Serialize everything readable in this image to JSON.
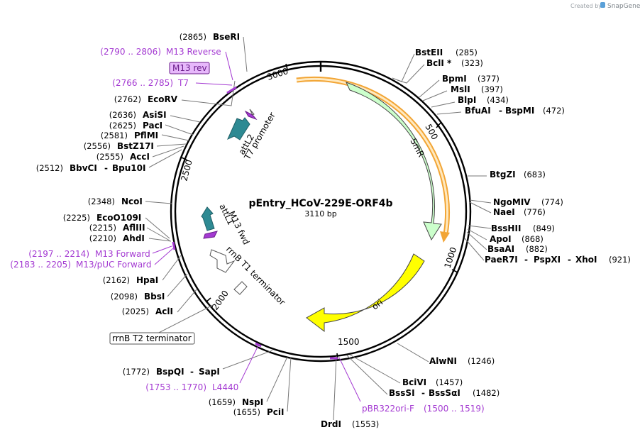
{
  "credit": {
    "prefix": "Created by",
    "brand": "SnapGene"
  },
  "plasmid": {
    "name": "pEntry_HCoV-229E-ORF4b",
    "size_label": "3110 bp",
    "length": 3110
  },
  "ticks": [
    "500",
    "1000",
    "1500",
    "2000",
    "2500",
    "3000"
  ],
  "enzymes_right": [
    {
      "name": "BstEII",
      "pos": "(285)"
    },
    {
      "name": "BclI *",
      "pos": "(323)"
    },
    {
      "name": "BpmI",
      "pos": "(377)"
    },
    {
      "name": "MslI",
      "pos": "(397)"
    },
    {
      "name": "BlpI",
      "pos": "(434)"
    },
    {
      "name": "BfuAI",
      "name2": "BspMI",
      "pos": "(472)"
    },
    {
      "name": "BtgZI",
      "pos": "(683)"
    },
    {
      "name": "NgoMIV",
      "pos": "(774)"
    },
    {
      "name": "NaeI",
      "pos": "(776)"
    },
    {
      "name": "BssHII",
      "pos": "(849)"
    },
    {
      "name": "ApoI",
      "pos": "(868)"
    },
    {
      "name": "BsaAI",
      "pos": "(882)"
    },
    {
      "name": "PaeR7I",
      "name2": "PspXI",
      "name3": "XhoI",
      "pos": "(921)"
    },
    {
      "name": "AlwNI",
      "pos": "(1246)"
    },
    {
      "name": "BciVI",
      "pos": "(1457)"
    },
    {
      "name": "BssSI",
      "name2": "BssSαI",
      "pos": "(1482)"
    },
    {
      "name": "DrdI",
      "pos": "(1553)"
    }
  ],
  "enzymes_left": [
    {
      "name": "BseRI",
      "pos": "(2865)"
    },
    {
      "name": "EcoRV",
      "pos": "(2762)"
    },
    {
      "name": "AsiSI",
      "pos": "(2636)"
    },
    {
      "name": "PacI",
      "pos": "(2625)"
    },
    {
      "name": "PflMI",
      "pos": "(2581)"
    },
    {
      "name": "BstZ17I",
      "pos": "(2556)"
    },
    {
      "name": "AccI",
      "pos": "(2555)"
    },
    {
      "name": "BbvCI",
      "name2": "Bpu10I",
      "pos": "(2512)"
    },
    {
      "name": "NcoI",
      "pos": "(2348)"
    },
    {
      "name": "EcoO109I",
      "pos": "(2225)"
    },
    {
      "name": "AflIII",
      "pos": "(2215)"
    },
    {
      "name": "AhdI",
      "pos": "(2210)"
    },
    {
      "name": "HpaI",
      "pos": "(2162)"
    },
    {
      "name": "BbsI",
      "pos": "(2098)"
    },
    {
      "name": "AclI",
      "pos": "(2025)"
    },
    {
      "name": "BspQI",
      "name2": "SapI",
      "pos": "(1772)"
    },
    {
      "name": "NspI",
      "pos": "(1659)"
    },
    {
      "name": "PciI",
      "pos": "(1655)"
    }
  ],
  "primers": [
    {
      "range": "(2790 .. 2806)",
      "name": "M13 Reverse"
    },
    {
      "range": "(2766 .. 2785)",
      "name": "T7"
    },
    {
      "range": "(2197 .. 2214)",
      "name": "M13 Forward"
    },
    {
      "range": "(2183 .. 2205)",
      "name": "M13/pUC Forward"
    },
    {
      "range": "(1753 .. 1770)",
      "name": "L4440"
    },
    {
      "range": "(1500 .. 1519)",
      "name": "pBR322ori-F"
    }
  ],
  "features": {
    "smr": "SmR",
    "ori": "ori",
    "attl2": "attL2",
    "t7_promoter": "T7 promoter",
    "m13_fwd": "M13 fwd",
    "attl1": "attL1",
    "rrnb_t1": "rrnB T1 terminator",
    "rrnb_t2": "rrnB T2 terminator",
    "m13_rev": "M13 rev"
  },
  "colors": {
    "smr": "#ccffcc",
    "orf": "#f2a535",
    "ori": "#ffff00",
    "att": "#2e8a93",
    "primer": "#a43ad2",
    "primer_box": "#e7b8fb"
  }
}
